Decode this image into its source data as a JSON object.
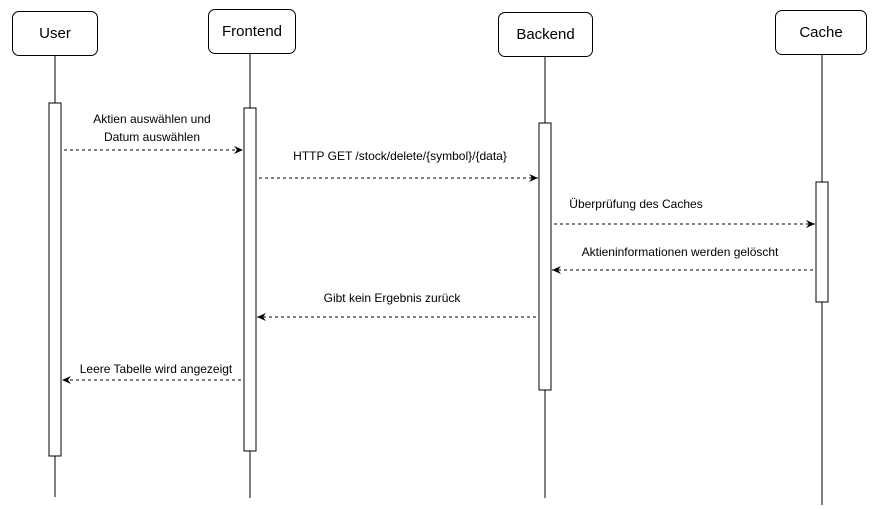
{
  "diagram": {
    "type": "sequence",
    "participants": [
      {
        "id": "user",
        "label": "User"
      },
      {
        "id": "frontend",
        "label": "Frontend"
      },
      {
        "id": "backend",
        "label": "Backend"
      },
      {
        "id": "cache",
        "label": "Cache"
      }
    ],
    "messages": [
      {
        "from": "user",
        "to": "frontend",
        "label_lines": [
          "Aktien auswählen und",
          "Datum auswählen"
        ]
      },
      {
        "from": "frontend",
        "to": "backend",
        "label_lines": [
          "HTTP GET /stock/delete/{symbol}/{data}"
        ]
      },
      {
        "from": "backend",
        "to": "cache",
        "label_lines": [
          "Überprüfung des Caches"
        ]
      },
      {
        "from": "cache",
        "to": "backend",
        "label_lines": [
          "Aktieninformationen werden gelöscht"
        ]
      },
      {
        "from": "backend",
        "to": "frontend",
        "label_lines": [
          "Gibt kein Ergebnis zurück"
        ]
      },
      {
        "from": "frontend",
        "to": "user",
        "label_lines": [
          "Leere Tabelle wird angezeigt"
        ]
      }
    ]
  },
  "colors": {
    "line": "#000000",
    "box_fill": "#ffffff"
  }
}
